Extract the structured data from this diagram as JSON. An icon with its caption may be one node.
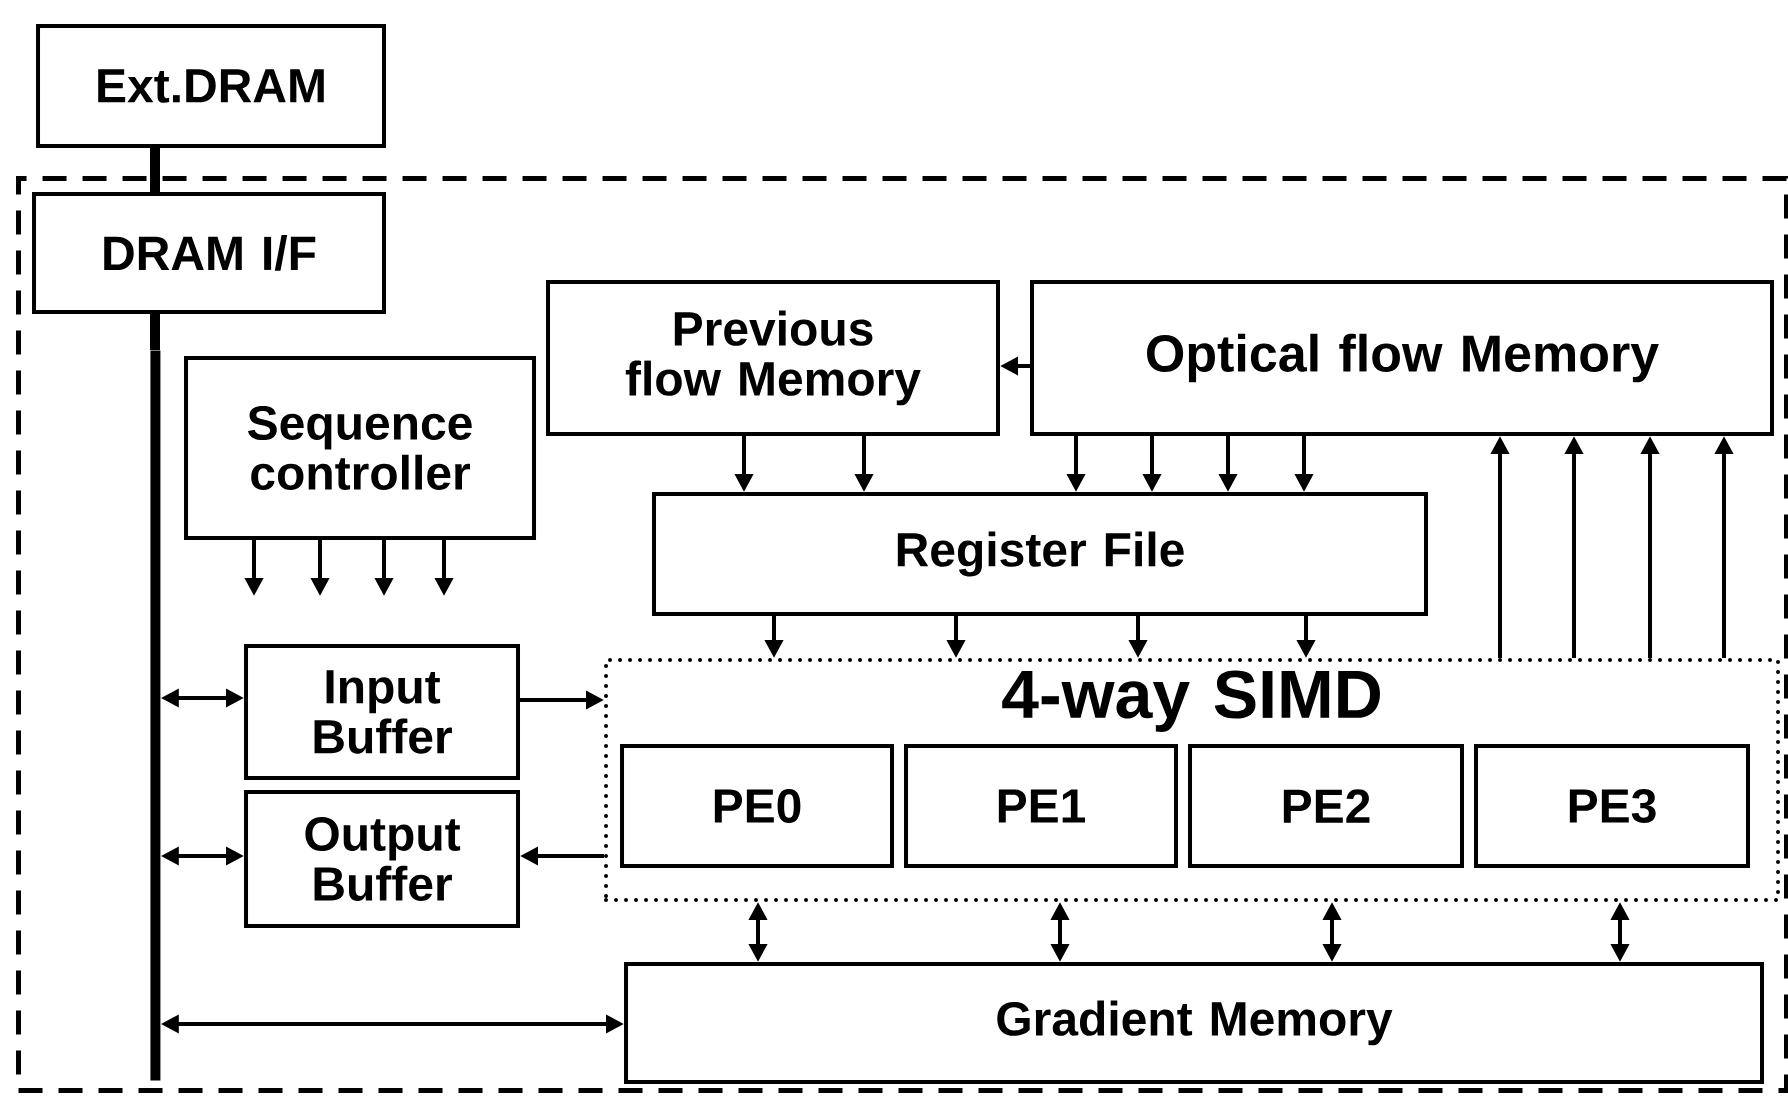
{
  "diagram": {
    "nodes": [
      {
        "text": [
          "Ext.DRAM"
        ]
      },
      {
        "text": [],
        "shape": "box"
      },
      {
        "text": [
          "DRAM I/F"
        ],
        "in": 1
      },
      {
        "text": [],
        "shape": "bar",
        "in": 1
      },
      {
        "text": [
          "Sequence controller"
        ],
        "in": 1
      },
      {
        "text": [
          "Previous flow Memory"
        ],
        "in": 1
      },
      {
        "text": [
          "Optical flow Memory"
        ],
        "in": 1
      },
      {
        "text": [
          "Register File"
        ],
        "in": 1
      },
      {
        "text": [
          "4-way SIMD"
        ],
        "in": 1
      },
      {
        "text": [
          "PE0"
        ],
        "in": 8
      },
      {
        "text": [
          "PE1"
        ],
        "in": 8
      },
      {
        "text": [
          "PE2"
        ],
        "in": 8
      },
      {
        "text": [
          "PE3"
        ],
        "in": 8
      },
      {
        "text": [
          "Input Buffer"
        ],
        "in": 1
      },
      {
        "text": [
          "Output Buffer"
        ],
        "in": 1
      },
      {
        "text": [
          "Gradient Memory"
        ],
        "in": 1
      }
    ],
    "edges": [
      {
        "from": 0,
        "to": 2,
        "arrow": "none",
        "style": "thick"
      },
      {
        "from": 2,
        "to": 3,
        "arrow": "none",
        "style": "thick"
      },
      {
        "from": 4,
        "to": null,
        "arrow": "to"
      },
      {
        "from": 4,
        "to": null,
        "arrow": "to"
      },
      {
        "from": 4,
        "to": null,
        "arrow": "to"
      },
      {
        "from": 4,
        "to": null,
        "arrow": "to"
      },
      {
        "from": 6,
        "to": 5,
        "arrow": "to"
      },
      {
        "from": 5,
        "to": 7,
        "arrow": "to"
      },
      {
        "from": 5,
        "to": 7,
        "arrow": "to"
      },
      {
        "from": 6,
        "to": 7,
        "arrow": "to"
      },
      {
        "from": 6,
        "to": 7,
        "arrow": "to"
      },
      {
        "from": 6,
        "to": 7,
        "arrow": "to"
      },
      {
        "from": 6,
        "to": 7,
        "arrow": "to"
      },
      {
        "from": 7,
        "to": 8,
        "arrow": "to"
      },
      {
        "from": 7,
        "to": 8,
        "arrow": "to"
      },
      {
        "from": 7,
        "to": 8,
        "arrow": "to"
      },
      {
        "from": 7,
        "to": 8,
        "arrow": "to"
      },
      {
        "from": 8,
        "to": 6,
        "arrow": "to"
      },
      {
        "from": 8,
        "to": 6,
        "arrow": "to"
      },
      {
        "from": 8,
        "to": 6,
        "arrow": "to"
      },
      {
        "from": 8,
        "to": 6,
        "arrow": "to"
      },
      {
        "from": 3,
        "to": 13,
        "arrow": "both"
      },
      {
        "from": 3,
        "to": 14,
        "arrow": "both"
      },
      {
        "from": 13,
        "to": 8,
        "arrow": "to"
      },
      {
        "from": 8,
        "to": 14,
        "arrow": "to"
      },
      {
        "from": 3,
        "to": 15,
        "arrow": "both"
      },
      {
        "from": 8,
        "to": 15,
        "arrow": "both"
      },
      {
        "from": 8,
        "to": 15,
        "arrow": "both"
      },
      {
        "from": 8,
        "to": 15,
        "arrow": "both"
      },
      {
        "from": 8,
        "to": 15,
        "arrow": "both"
      }
    ]
  }
}
